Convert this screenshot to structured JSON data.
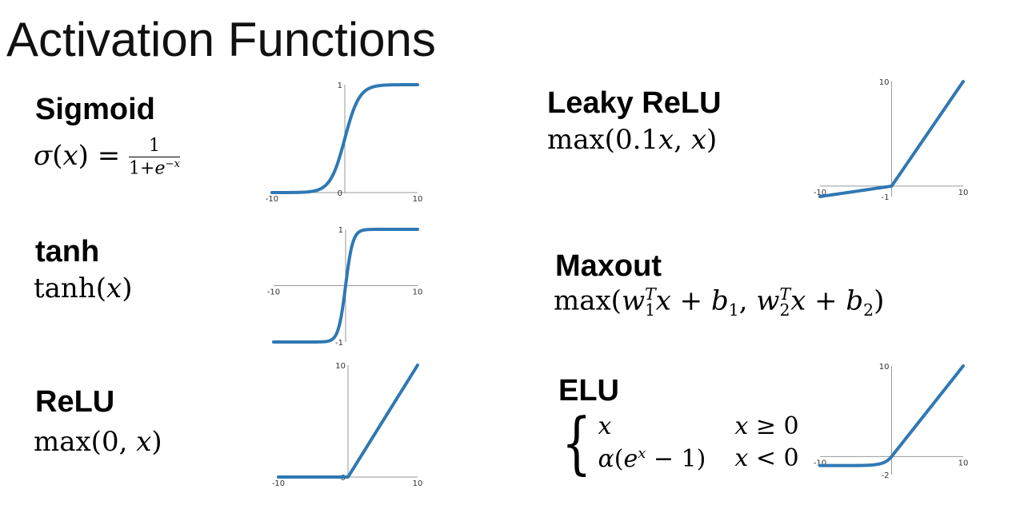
{
  "title": "Activation Functions",
  "functions": {
    "sigmoid": {
      "name": "Sigmoid"
    },
    "tanh": {
      "name": "tanh"
    },
    "relu": {
      "name": "ReLU"
    },
    "leaky": {
      "name": "Leaky ReLU"
    },
    "maxout": {
      "name": "Maxout"
    },
    "elu": {
      "name": "ELU"
    }
  },
  "colors": {
    "curve": "#2f78b4",
    "axis": "#999999"
  },
  "chart_data": [
    {
      "id": "sigmoid",
      "type": "line",
      "xlim": [
        -10,
        10
      ],
      "ylim": [
        0,
        1
      ],
      "x_ticks": [
        "-10",
        "10"
      ],
      "y_ticks": [
        "1",
        "0"
      ],
      "function": "1/(1+exp(-x))",
      "grid": false,
      "points": [
        [
          -10,
          4.54e-05
        ],
        [
          -6,
          0.00247
        ],
        [
          -4,
          0.018
        ],
        [
          -2,
          0.119
        ],
        [
          -1,
          0.269
        ],
        [
          0,
          0.5
        ],
        [
          1,
          0.731
        ],
        [
          2,
          0.881
        ],
        [
          4,
          0.982
        ],
        [
          6,
          0.9975
        ],
        [
          10,
          0.99995
        ]
      ]
    },
    {
      "id": "tanh",
      "type": "line",
      "xlim": [
        -10,
        10
      ],
      "ylim": [
        -1,
        1
      ],
      "x_ticks": [
        "-10",
        "10"
      ],
      "y_ticks": [
        "1",
        "-1"
      ],
      "function": "tanh(x)",
      "grid": false,
      "points": [
        [
          -10,
          -1
        ],
        [
          -3,
          -0.995
        ],
        [
          -2,
          -0.964
        ],
        [
          -1,
          -0.762
        ],
        [
          0,
          0
        ],
        [
          1,
          0.762
        ],
        [
          2,
          0.964
        ],
        [
          3,
          0.995
        ],
        [
          10,
          1
        ]
      ]
    },
    {
      "id": "relu",
      "type": "line",
      "xlim": [
        -10,
        10
      ],
      "ylim": [
        0,
        10
      ],
      "x_ticks": [
        "-10",
        "10"
      ],
      "y_ticks": [
        "10",
        "0"
      ],
      "function": "max(0,x)",
      "grid": false,
      "points": [
        [
          -10,
          0
        ],
        [
          0,
          0
        ],
        [
          10,
          10
        ]
      ]
    },
    {
      "id": "leaky",
      "type": "line",
      "xlim": [
        -10,
        10
      ],
      "ylim": [
        -1,
        10
      ],
      "x_ticks": [
        "-10",
        "10"
      ],
      "y_ticks": [
        "10",
        "-1"
      ],
      "function": "max(0.1x,x)",
      "grid": false,
      "points": [
        [
          -10,
          -1
        ],
        [
          0,
          0
        ],
        [
          10,
          10
        ]
      ]
    },
    {
      "id": "elu",
      "type": "line",
      "xlim": [
        -10,
        10
      ],
      "ylim": [
        -2,
        10
      ],
      "x_ticks": [
        "-10",
        "10"
      ],
      "y_ticks": [
        "10",
        "-2"
      ],
      "function": "x if x>=0 else alpha*(exp(x)-1)",
      "grid": false,
      "points": [
        [
          -10,
          -1
        ],
        [
          -4,
          -0.98
        ],
        [
          -3,
          -0.95
        ],
        [
          -2,
          -0.865
        ],
        [
          -1,
          -0.632
        ],
        [
          -0.5,
          -0.393
        ],
        [
          0,
          0
        ],
        [
          10,
          10
        ]
      ]
    }
  ]
}
